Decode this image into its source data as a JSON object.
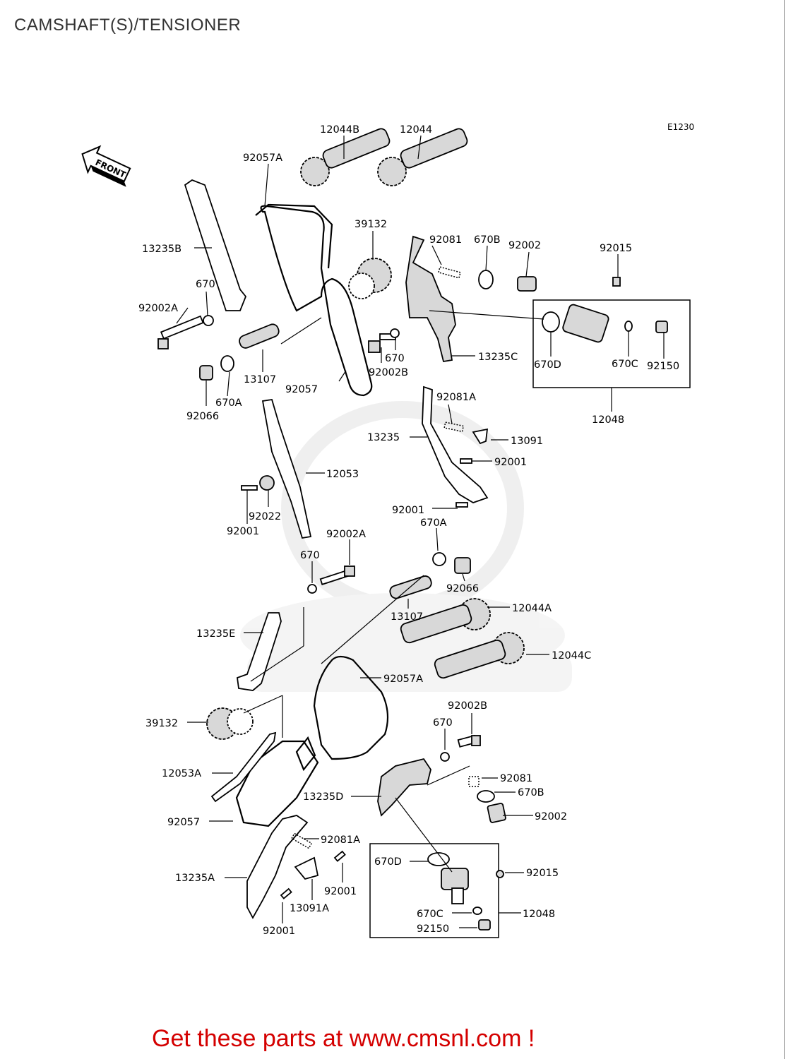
{
  "page": {
    "title": "CAMSHAFT(S)/TENSIONER",
    "cta": "Get these parts at www.cmsnl.com !"
  },
  "diagram": {
    "code": "E1230",
    "front_label": "FRONT",
    "callouts": [
      "12044B",
      "12044",
      "92057A",
      "39132",
      "92081",
      "670B",
      "92002",
      "92015",
      "13235B",
      "670",
      "92002A",
      "13107",
      "670A",
      "92066",
      "92057",
      "670",
      "92002B",
      "13235C",
      "670D",
      "670C",
      "92150",
      "12048",
      "92081A",
      "13235",
      "13091",
      "92001",
      "12053",
      "92022",
      "92001",
      "92001",
      "670A",
      "92002A",
      "670",
      "92066",
      "13107",
      "12044A",
      "13235E",
      "12044C",
      "92057A",
      "39132",
      "92002B",
      "670",
      "12053A",
      "92081",
      "13235D",
      "670B",
      "92057",
      "92002",
      "92081A",
      "670D",
      "92015",
      "13235A",
      "92001",
      "13091A",
      "670C",
      "12048",
      "92150",
      "92001"
    ]
  },
  "colors": {
    "cta": "#d40000",
    "title": "#333333",
    "watermark": "#e4e4e4"
  }
}
